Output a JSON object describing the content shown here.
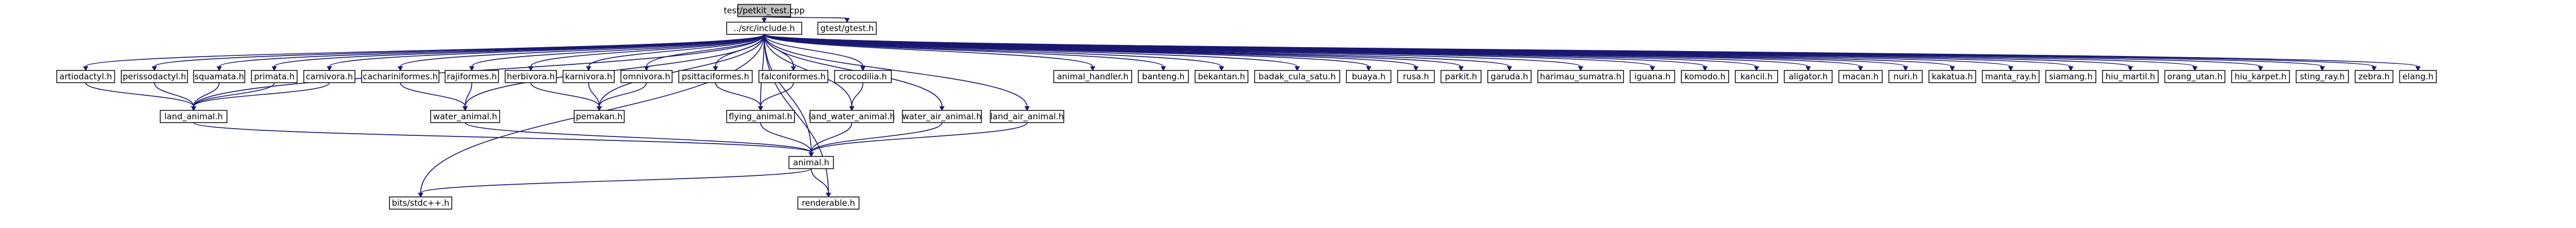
{
  "graph": {
    "title": "include dependency graph",
    "colors": {
      "edge": "#191970",
      "node_border": "#000000",
      "root_fill": "#bfbfbf",
      "node_fill": "#ffffff",
      "missing_border": "#ff0000",
      "background": "#ffffff"
    },
    "nodes": [
      {
        "id": "root",
        "label": "test/petkit_test.cpp",
        "kind": "root"
      },
      {
        "id": "include",
        "label": "../src/include.h",
        "kind": "missing"
      },
      {
        "id": "gtest",
        "label": "gtest/gtest.h",
        "kind": "external"
      },
      {
        "id": "artiodactyl",
        "label": "artiodactyl.h"
      },
      {
        "id": "perissodactyl",
        "label": "perissodactyl.h"
      },
      {
        "id": "squamata",
        "label": "squamata.h"
      },
      {
        "id": "primata",
        "label": "primata.h"
      },
      {
        "id": "carnivora",
        "label": "carnivora.h"
      },
      {
        "id": "cachariniformes",
        "label": "cachariniformes.h"
      },
      {
        "id": "rajiformes",
        "label": "rajiformes.h"
      },
      {
        "id": "herbivora",
        "label": "herbivora.h"
      },
      {
        "id": "karnivora",
        "label": "karnivora.h"
      },
      {
        "id": "omnivora",
        "label": "omnivora.h"
      },
      {
        "id": "psittaciformes",
        "label": "psittaciformes.h"
      },
      {
        "id": "falconiformes",
        "label": "falconiformes.h"
      },
      {
        "id": "crocodilia",
        "label": "crocodilia.h"
      },
      {
        "id": "animal_handler",
        "label": "animal_handler.h"
      },
      {
        "id": "banteng",
        "label": "banteng.h"
      },
      {
        "id": "bekantan",
        "label": "bekantan.h"
      },
      {
        "id": "badak",
        "label": "badak_cula_satu.h"
      },
      {
        "id": "buaya",
        "label": "buaya.h"
      },
      {
        "id": "rusa",
        "label": "rusa.h"
      },
      {
        "id": "parkit",
        "label": "parkit.h"
      },
      {
        "id": "garuda",
        "label": "garuda.h"
      },
      {
        "id": "harimau",
        "label": "harimau_sumatra.h"
      },
      {
        "id": "iguana",
        "label": "iguana.h"
      },
      {
        "id": "komodo",
        "label": "komodo.h"
      },
      {
        "id": "kancil",
        "label": "kancil.h"
      },
      {
        "id": "aligator",
        "label": "aligator.h"
      },
      {
        "id": "macan",
        "label": "macan.h"
      },
      {
        "id": "nuri",
        "label": "nuri.h"
      },
      {
        "id": "kakatua",
        "label": "kakatua.h"
      },
      {
        "id": "manta",
        "label": "manta_ray.h"
      },
      {
        "id": "siamang",
        "label": "siamang.h"
      },
      {
        "id": "hiu_martil",
        "label": "hiu_martil.h"
      },
      {
        "id": "orang_utan",
        "label": "orang_utan.h"
      },
      {
        "id": "hiu_karpet",
        "label": "hiu_karpet.h"
      },
      {
        "id": "sting_ray",
        "label": "sting_ray.h"
      },
      {
        "id": "zebra",
        "label": "zebra.h"
      },
      {
        "id": "elang",
        "label": "elang.h"
      },
      {
        "id": "land_animal",
        "label": "land_animal.h"
      },
      {
        "id": "water_animal",
        "label": "water_animal.h"
      },
      {
        "id": "pemakan",
        "label": "pemakan.h"
      },
      {
        "id": "flying_animal",
        "label": "flying_animal.h"
      },
      {
        "id": "land_water_animal",
        "label": "land_water_animal.h"
      },
      {
        "id": "water_air_animal",
        "label": "water_air_animal.h"
      },
      {
        "id": "land_air_animal",
        "label": "land_air_animal.h"
      },
      {
        "id": "animal",
        "label": "animal.h"
      },
      {
        "id": "bits",
        "label": "bits/stdc++.h",
        "kind": "external"
      },
      {
        "id": "renderable",
        "label": "renderable.h"
      }
    ],
    "edges": [
      [
        "root",
        "include"
      ],
      [
        "root",
        "gtest"
      ],
      [
        "include",
        "artiodactyl"
      ],
      [
        "include",
        "perissodactyl"
      ],
      [
        "include",
        "squamata"
      ],
      [
        "include",
        "primata"
      ],
      [
        "include",
        "carnivora"
      ],
      [
        "include",
        "cachariniformes"
      ],
      [
        "include",
        "rajiformes"
      ],
      [
        "include",
        "herbivora"
      ],
      [
        "include",
        "karnivora"
      ],
      [
        "include",
        "omnivora"
      ],
      [
        "include",
        "psittaciformes"
      ],
      [
        "include",
        "falconiformes"
      ],
      [
        "include",
        "crocodilia"
      ],
      [
        "include",
        "animal_handler"
      ],
      [
        "include",
        "banteng"
      ],
      [
        "include",
        "bekantan"
      ],
      [
        "include",
        "badak"
      ],
      [
        "include",
        "buaya"
      ],
      [
        "include",
        "rusa"
      ],
      [
        "include",
        "parkit"
      ],
      [
        "include",
        "garuda"
      ],
      [
        "include",
        "harimau"
      ],
      [
        "include",
        "iguana"
      ],
      [
        "include",
        "komodo"
      ],
      [
        "include",
        "kancil"
      ],
      [
        "include",
        "aligator"
      ],
      [
        "include",
        "macan"
      ],
      [
        "include",
        "nuri"
      ],
      [
        "include",
        "kakatua"
      ],
      [
        "include",
        "manta"
      ],
      [
        "include",
        "siamang"
      ],
      [
        "include",
        "hiu_martil"
      ],
      [
        "include",
        "orang_utan"
      ],
      [
        "include",
        "hiu_karpet"
      ],
      [
        "include",
        "sting_ray"
      ],
      [
        "include",
        "zebra"
      ],
      [
        "include",
        "elang"
      ],
      [
        "include",
        "land_animal"
      ],
      [
        "include",
        "water_animal"
      ],
      [
        "include",
        "pemakan"
      ],
      [
        "include",
        "flying_animal"
      ],
      [
        "include",
        "land_water_animal"
      ],
      [
        "include",
        "water_air_animal"
      ],
      [
        "include",
        "land_air_animal"
      ],
      [
        "include",
        "animal"
      ],
      [
        "include",
        "bits"
      ],
      [
        "include",
        "renderable"
      ],
      [
        "artiodactyl",
        "land_animal"
      ],
      [
        "perissodactyl",
        "land_animal"
      ],
      [
        "squamata",
        "land_animal"
      ],
      [
        "primata",
        "land_animal"
      ],
      [
        "carnivora",
        "land_animal"
      ],
      [
        "cachariniformes",
        "water_animal"
      ],
      [
        "rajiformes",
        "water_animal"
      ],
      [
        "herbivora",
        "pemakan"
      ],
      [
        "karnivora",
        "pemakan"
      ],
      [
        "omnivora",
        "pemakan"
      ],
      [
        "psittaciformes",
        "flying_animal"
      ],
      [
        "falconiformes",
        "flying_animal"
      ],
      [
        "crocodilia",
        "land_water_animal"
      ],
      [
        "land_animal",
        "animal"
      ],
      [
        "water_animal",
        "animal"
      ],
      [
        "flying_animal",
        "animal"
      ],
      [
        "land_water_animal",
        "animal"
      ],
      [
        "water_air_animal",
        "animal"
      ],
      [
        "land_air_animal",
        "animal"
      ],
      [
        "animal",
        "bits"
      ],
      [
        "animal",
        "renderable"
      ]
    ]
  }
}
